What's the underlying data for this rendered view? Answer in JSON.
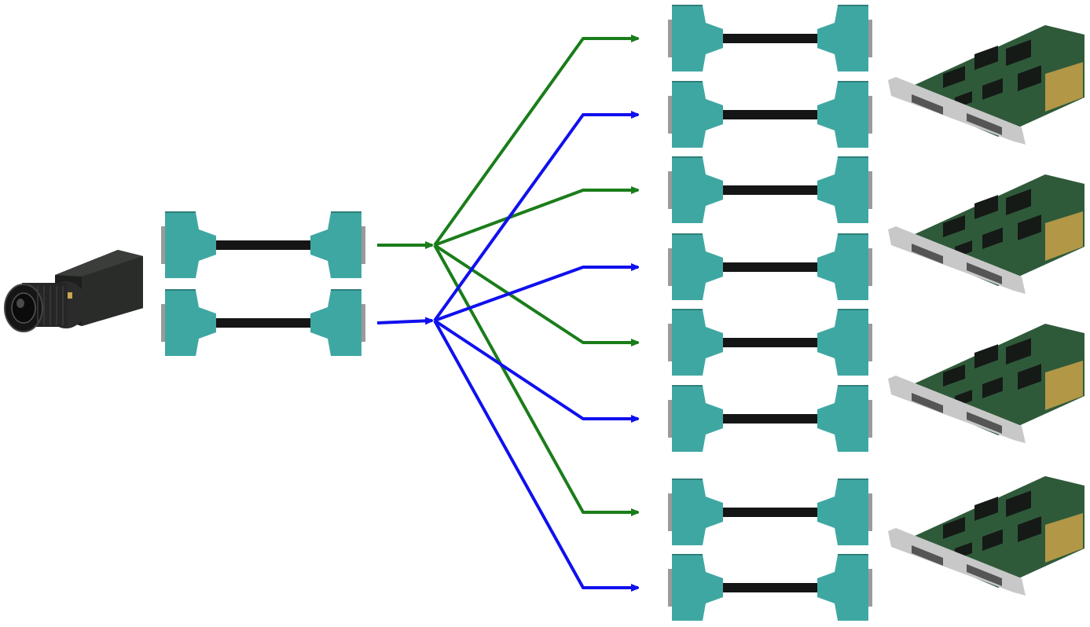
{
  "diagram": {
    "colors": {
      "background": "#ffffff",
      "connector": "#3fa7a2",
      "connector_shade": "#2f7f7b",
      "connector_pin": "#9a9a9a",
      "cable": "#151515",
      "path_green": "#1a7d1a",
      "path_blue": "#1010ee",
      "board_pcb": "#2f5a3a",
      "board_bracket": "#c8c8c8"
    },
    "nodes": [
      {
        "id": "camera",
        "icon": "camera-icon"
      },
      {
        "id": "input-cable-a",
        "icon": "camera-link-cable-icon",
        "path": "green"
      },
      {
        "id": "input-cable-b",
        "icon": "camera-link-cable-icon",
        "path": "blue"
      },
      {
        "id": "output-cable-1",
        "icon": "camera-link-cable-icon",
        "path": "green"
      },
      {
        "id": "output-cable-2",
        "icon": "camera-link-cable-icon",
        "path": "blue"
      },
      {
        "id": "output-cable-3",
        "icon": "camera-link-cable-icon",
        "path": "green"
      },
      {
        "id": "output-cable-4",
        "icon": "camera-link-cable-icon",
        "path": "blue"
      },
      {
        "id": "output-cable-5",
        "icon": "camera-link-cable-icon",
        "path": "green"
      },
      {
        "id": "output-cable-6",
        "icon": "camera-link-cable-icon",
        "path": "blue"
      },
      {
        "id": "output-cable-7",
        "icon": "camera-link-cable-icon",
        "path": "green"
      },
      {
        "id": "output-cable-8",
        "icon": "camera-link-cable-icon",
        "path": "blue"
      },
      {
        "id": "frame-grabber-1",
        "icon": "frame-grabber-board-icon"
      },
      {
        "id": "frame-grabber-2",
        "icon": "frame-grabber-board-icon"
      },
      {
        "id": "frame-grabber-3",
        "icon": "frame-grabber-board-icon"
      },
      {
        "id": "frame-grabber-4",
        "icon": "frame-grabber-board-icon"
      }
    ],
    "edges": [
      {
        "from": "input-cable-a",
        "to": "output-cable-1",
        "color": "green"
      },
      {
        "from": "input-cable-a",
        "to": "output-cable-3",
        "color": "green"
      },
      {
        "from": "input-cable-a",
        "to": "output-cable-5",
        "color": "green"
      },
      {
        "from": "input-cable-a",
        "to": "output-cable-7",
        "color": "green"
      },
      {
        "from": "input-cable-b",
        "to": "output-cable-2",
        "color": "blue"
      },
      {
        "from": "input-cable-b",
        "to": "output-cable-4",
        "color": "blue"
      },
      {
        "from": "input-cable-b",
        "to": "output-cable-6",
        "color": "blue"
      },
      {
        "from": "input-cable-b",
        "to": "output-cable-8",
        "color": "blue"
      }
    ]
  }
}
